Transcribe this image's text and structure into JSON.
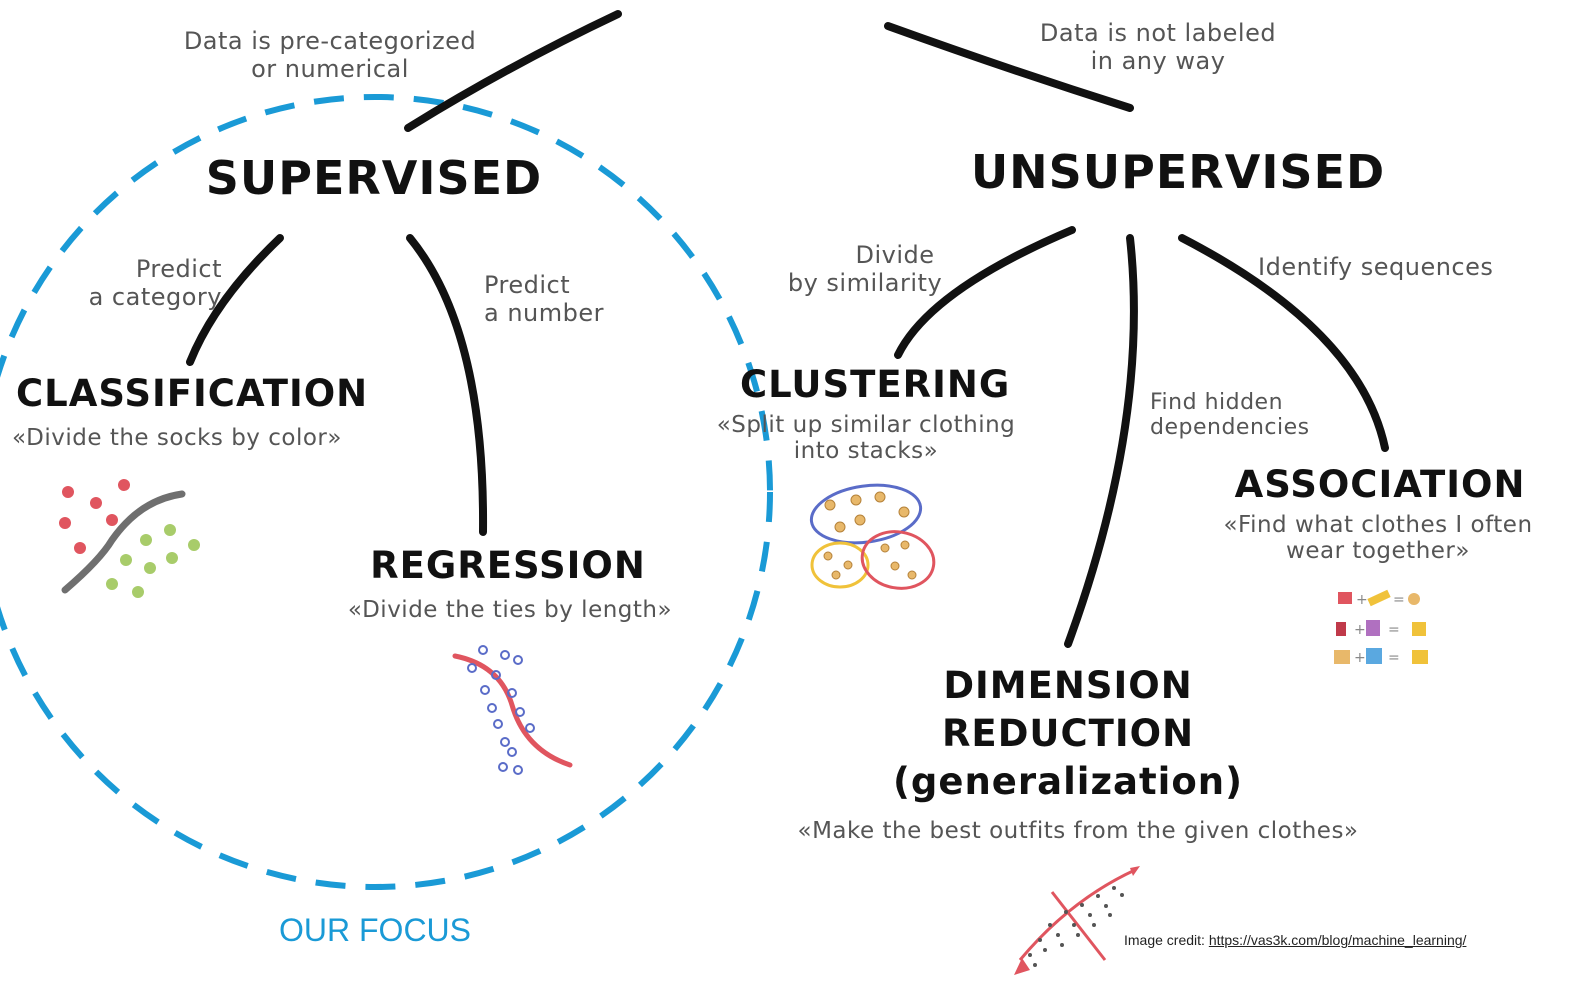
{
  "supervised": {
    "caption_line1": "Data is pre-categorized",
    "caption_line2": "or numerical",
    "title": "SUPERVISED",
    "focus_label": "OUR FOCUS",
    "classification": {
      "edge_line1": "Predict",
      "edge_line2": "a category",
      "title": "CLASSIFICATION",
      "example": "«Divide the socks by color»"
    },
    "regression": {
      "edge_line1": "Predict",
      "edge_line2": "a number",
      "title": "REGRESSION",
      "example": "«Divide the ties by length»"
    }
  },
  "unsupervised": {
    "caption_line1": "Data is not labeled",
    "caption_line2": "in any way",
    "title": "UNSUPERVISED",
    "clustering": {
      "edge_line1": "Divide",
      "edge_line2": "by similarity",
      "title": "CLUSTERING",
      "example_line1": "«Split up similar clothing",
      "example_line2": "into stacks»"
    },
    "dimension_reduction": {
      "edge_line1": "Find hidden",
      "edge_line2": "dependencies",
      "title_line1": "DIMENSION",
      "title_line2": "REDUCTION",
      "title_line3": "(generalization)",
      "example": "«Make the best outfits from the given clothes»"
    },
    "association": {
      "edge_line1": "Identify sequences",
      "title": "ASSOCIATION",
      "example_line1": "«Find what clothes I often",
      "example_line2": "wear together»"
    }
  },
  "credit": {
    "prefix": "Image credit:",
    "url": "https://vas3k.com/blog/machine_learning/"
  },
  "colors": {
    "focus_circle": "#1a9ad6",
    "branch_lines": "#111111",
    "note_text": "#555555",
    "red_marks": "#e0555f",
    "green_marks": "#a8cc6a",
    "blue_marks": "#5a6cc8",
    "yellow_marks": "#f0c23a"
  }
}
